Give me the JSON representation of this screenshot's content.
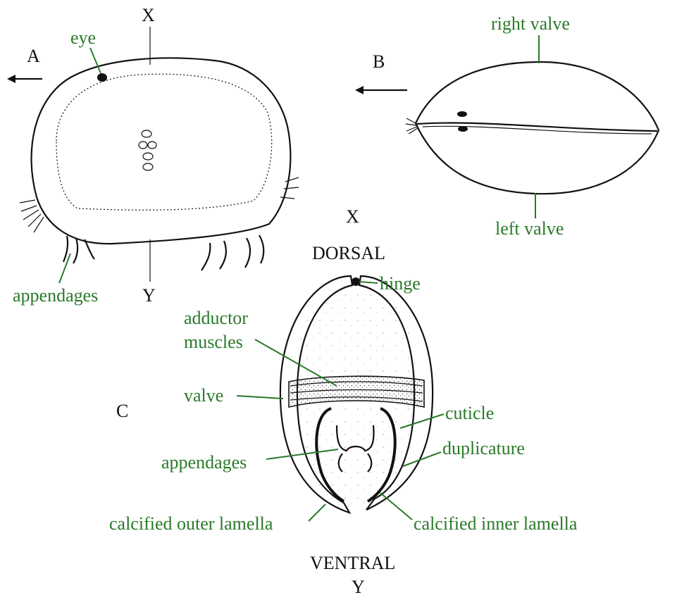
{
  "colors": {
    "ink": "#111111",
    "label_green": "#2a7a2a",
    "background": "#ffffff"
  },
  "panel_a": {
    "letter": "A",
    "axis_top": "X",
    "axis_bottom": "Y",
    "labels": {
      "eye": "eye",
      "appendages": "appendages"
    }
  },
  "panel_b": {
    "letter": "B",
    "labels": {
      "right_valve": "right valve",
      "left_valve": "left valve"
    }
  },
  "panel_c": {
    "letter": "C",
    "axis_top": "X",
    "axis_bottom": "Y",
    "dorsal": "DORSAL",
    "ventral": "VENTRAL",
    "labels": {
      "hinge": "hinge",
      "adductor_line1": "adductor",
      "adductor_line2": "muscles",
      "valve": "valve",
      "cuticle": "cuticle",
      "duplicature": "duplicature",
      "appendages": "appendages",
      "outer_lamella": "calcified outer lamella",
      "inner_lamella": "calcified inner lamella"
    }
  }
}
